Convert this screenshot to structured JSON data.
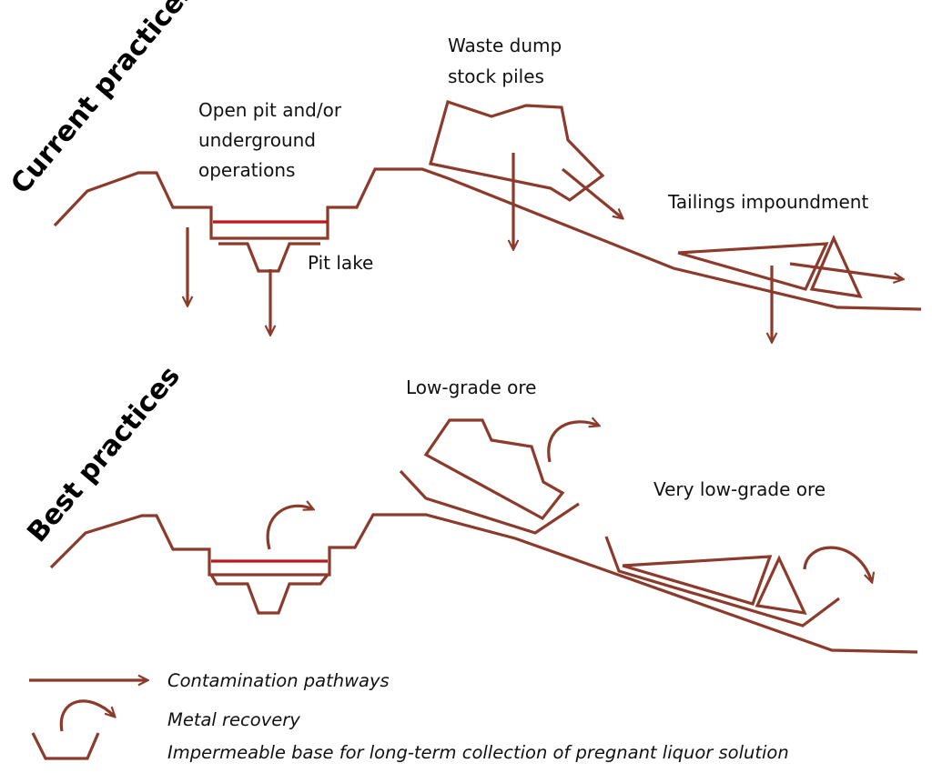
{
  "colors": {
    "line": "#8B3A2B",
    "water": "#C0141C",
    "text": "#111111"
  },
  "sections": {
    "current": "Current practices",
    "best": "Best practices"
  },
  "labels": {
    "open_pit_1": "Open pit and/or",
    "open_pit_2": "underground",
    "open_pit_3": "operations",
    "pit_lake": "Pit lake",
    "waste_dump_1": "Waste dump",
    "waste_dump_2": "stock piles",
    "tailings": "Tailings impoundment",
    "low_grade": "Low-grade ore",
    "very_low_grade": "Very low-grade ore"
  },
  "legend": {
    "contamination": "Contamination pathways",
    "metal_recovery": "Metal recovery",
    "impermeable_base": "Impermeable base for long-term collection of pregnant liquor solution"
  },
  "icons": [
    "contamination-arrow-icon",
    "metal-recovery-arrow-icon",
    "impermeable-base-icon"
  ]
}
